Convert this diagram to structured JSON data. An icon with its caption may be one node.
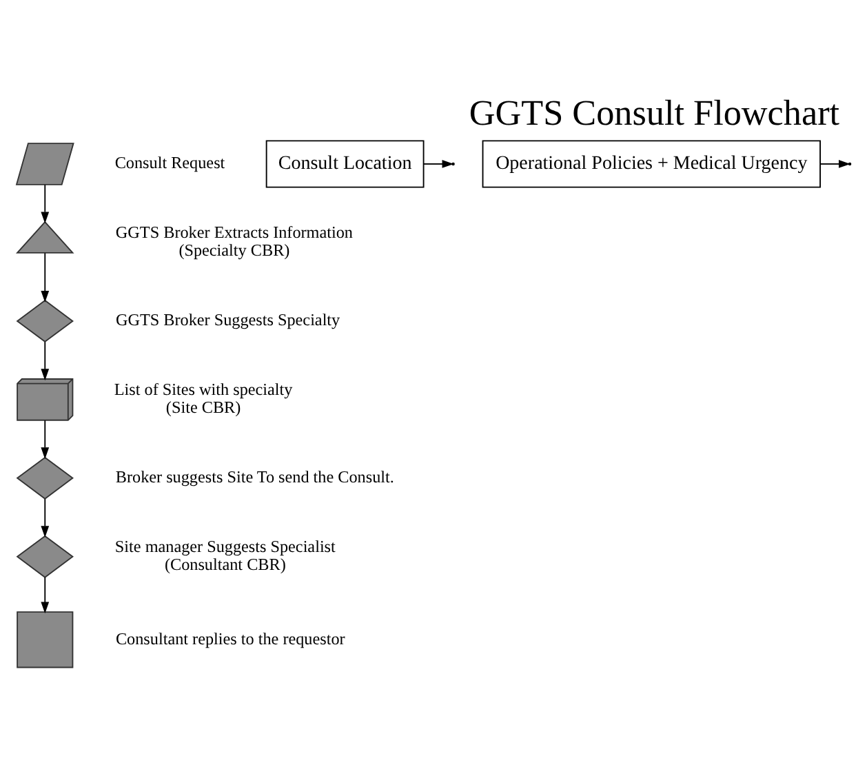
{
  "diagram": {
    "title": "GGTS Consult Flowchart",
    "nodes": [
      {
        "text": [],
        "shape": "parallelogram",
        "beside": [
          "Consult Request"
        ]
      },
      {
        "text": [],
        "shape": "triangle",
        "beside": [
          "GGTS Broker Extracts Information",
          "(Specialty CBR)"
        ]
      },
      {
        "text": [],
        "shape": "diamond",
        "beside": [
          "GGTS Broker Suggests Specialty"
        ]
      },
      {
        "text": [
          "Consult Location"
        ]
      },
      {
        "text": [],
        "shape": "documents",
        "beside": [
          "List of Sites with specialty",
          "(Site CBR)"
        ]
      },
      {
        "text": [
          "Operational Policies + Medical Urgency"
        ]
      },
      {
        "text": [],
        "shape": "diamond",
        "beside": [
          "Broker suggests Site To send the Consult."
        ]
      },
      {
        "text": [],
        "shape": "diamond",
        "beside": [
          "Site manager Suggests Specialist",
          "(Consultant CBR)"
        ]
      },
      {
        "text": [],
        "shape": "box",
        "beside": [
          "Consultant replies to the requestor"
        ]
      }
    ],
    "edges": [
      {
        "from": 0,
        "to": 1,
        "arrow": "to"
      },
      {
        "from": 1,
        "to": 2,
        "arrow": "to"
      },
      {
        "from": 2,
        "to": 4,
        "arrow": "to"
      },
      {
        "from": 3,
        "to": null,
        "arrow": "to"
      },
      {
        "from": 4,
        "to": 6,
        "arrow": "to"
      },
      {
        "from": 5,
        "to": null,
        "arrow": "to"
      },
      {
        "from": 6,
        "to": 7,
        "arrow": "to"
      },
      {
        "from": 7,
        "to": 8,
        "arrow": "to"
      }
    ]
  }
}
